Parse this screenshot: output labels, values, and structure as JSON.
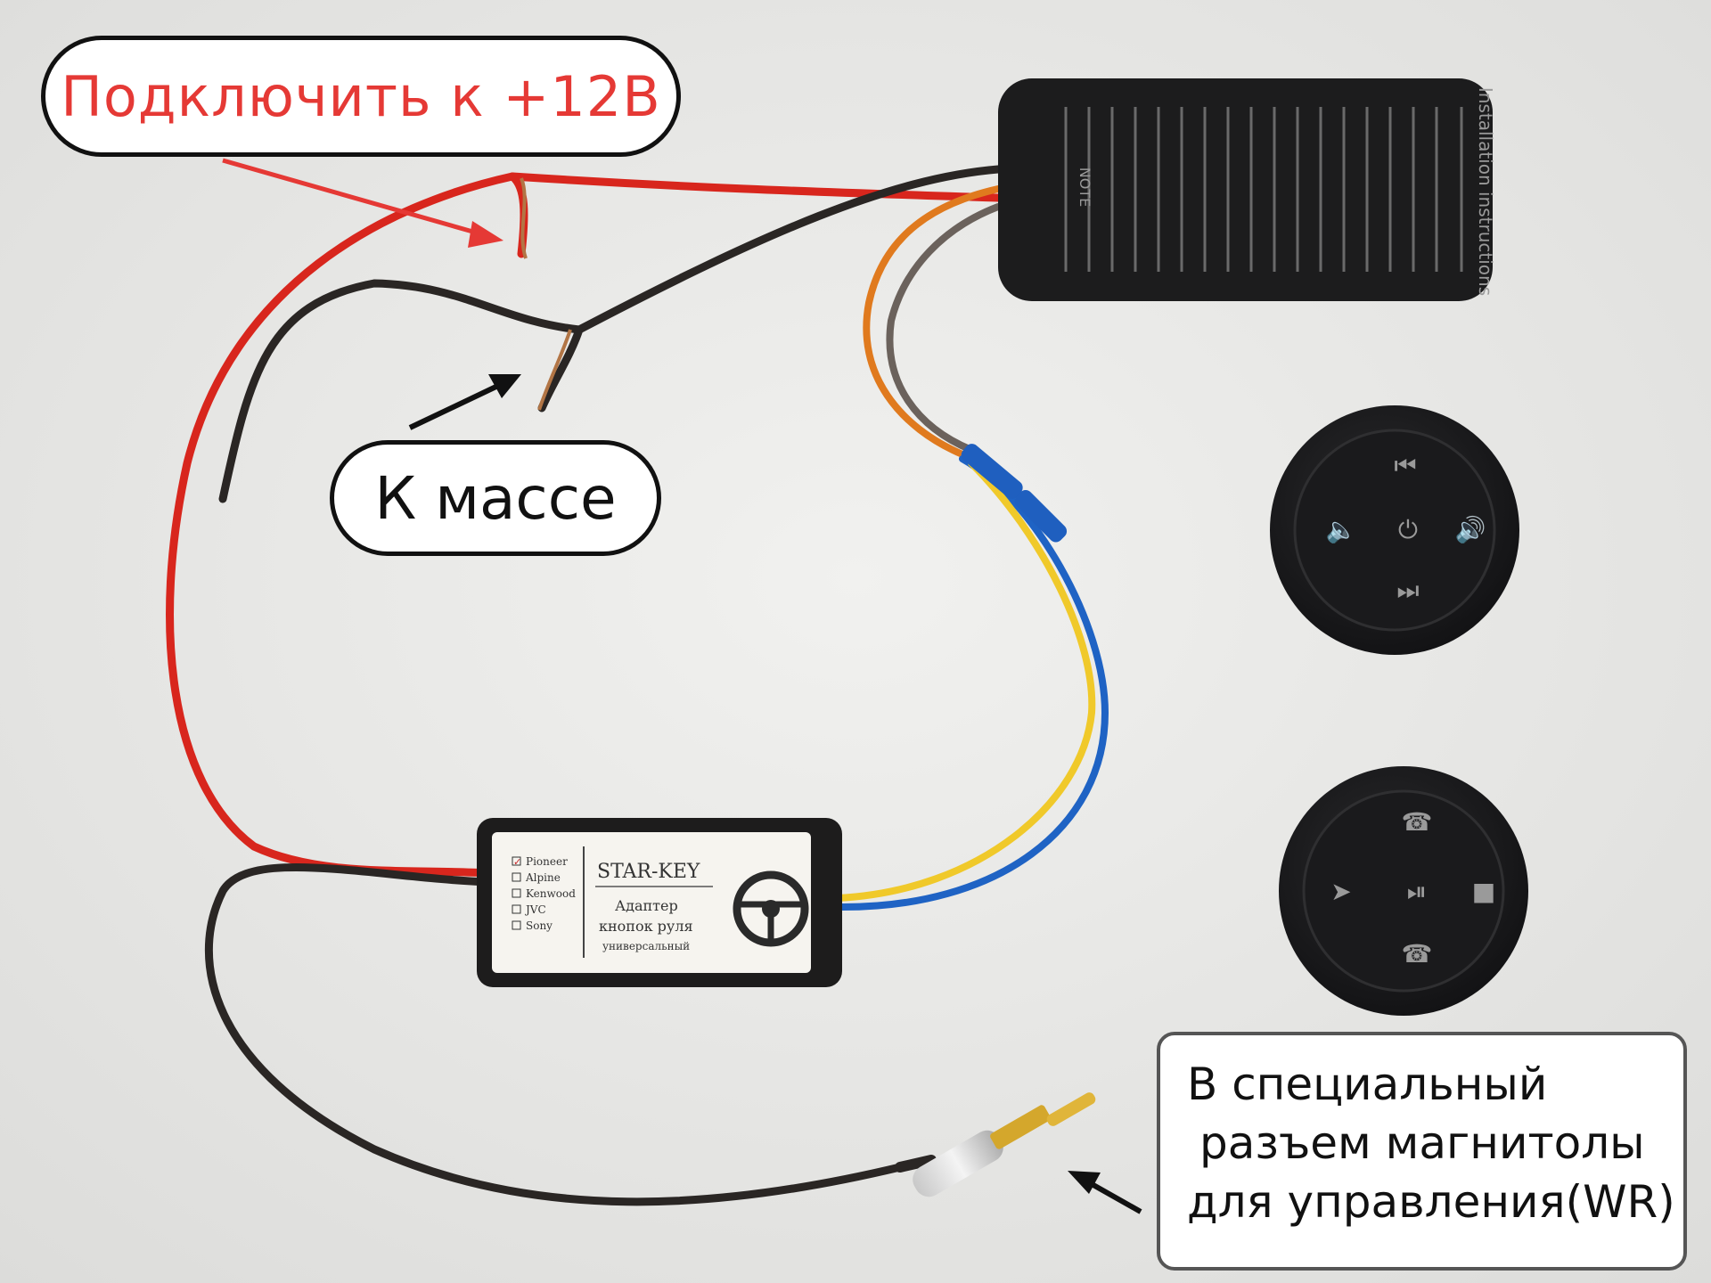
{
  "callouts": {
    "power": {
      "text": "Подключить к +12В",
      "color": "#e53935"
    },
    "ground": {
      "text": "К массе",
      "color": "#111111"
    },
    "jack": {
      "lines": [
        "В специальный",
        "разъем магнитолы",
        "для управления(WR)"
      ],
      "color": "#111111"
    }
  },
  "receiver_label": {
    "title": "Installation instructions",
    "note": "NOTE"
  },
  "adapter": {
    "brand_options": [
      "Pioneer",
      "Alpine",
      "Kenwood",
      "JVC",
      "Sony"
    ],
    "checked": "Pioneer",
    "name": "STAR-KEY",
    "line1": "Адаптер",
    "line2": "кнопок руля",
    "line3": "универсальный"
  },
  "colors": {
    "red_wire": "#d8261d",
    "black_wire": "#2a2624",
    "orange_wire": "#e07a1e",
    "gray_wire": "#6b625c",
    "blue_wire": "#1f63c4",
    "yellow_wire": "#f0c92a",
    "pointer_red": "#e53935",
    "pointer_black": "#111111"
  }
}
